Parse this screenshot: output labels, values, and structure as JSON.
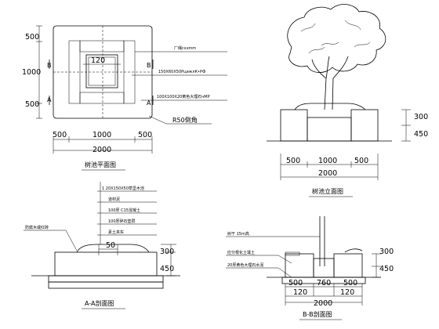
{
  "plan": {
    "dims_left": [
      "500",
      "1000",
      "500"
    ],
    "dim_inner": "120",
    "dims_bottom": [
      "500",
      "1000",
      "500"
    ],
    "dim_total": "2000",
    "section_marks": [
      "B",
      "B",
      "A",
      "A"
    ],
    "notes": [
      "厂绳ֹсхзmm",
      "150X60X50РцижлК•РФ",
      "100X100X20黄色大理石чMP"
    ],
    "fillet_note": "R50倒角",
    "title": "树池平面图"
  },
  "elevation": {
    "dims_right": [
      "300",
      "450"
    ],
    "dims_bottom": [
      "500",
      "1000",
      "500"
    ],
    "dim_total": "2000",
    "title": "树池立面图"
  },
  "section_a": {
    "notes": [
      "1 20X150X50草坚木池",
      "道材泥",
      "100厚 C15混凝土",
      "100厚碎石垫层",
      "素土夹实"
    ],
    "left_note": "防腐木或红砖",
    "dims_right": [
      "300",
      "450"
    ],
    "dim_top": "50",
    "title": "A-A剖面图"
  },
  "section_b": {
    "notes": [
      "树干 15m高",
      "应分根化土壤土",
      "20厚黄色大理石水泥"
    ],
    "dims_right": [
      "300",
      "450"
    ],
    "dims_bottom": [
      "500",
      "760",
      "500"
    ],
    "dims_bottom2": [
      "120",
      "120"
    ],
    "dim_total": "2000",
    "title": "B-B剖面图"
  }
}
